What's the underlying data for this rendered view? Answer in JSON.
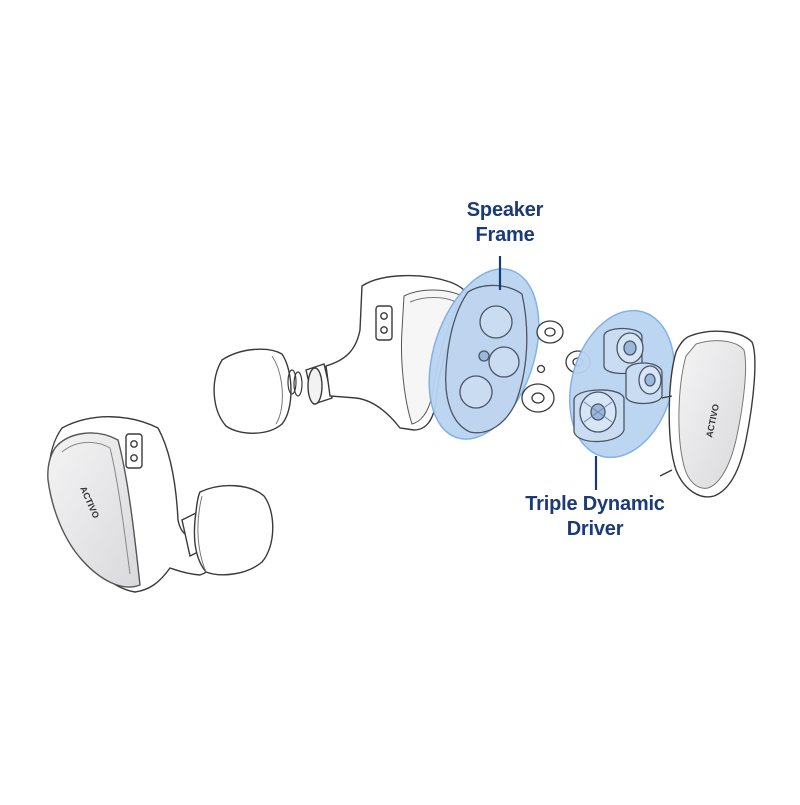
{
  "labels": {
    "speaker_frame_line1": "Speaker",
    "speaker_frame_line2": "Frame",
    "triple_driver_line1": "Triple Dynamic",
    "triple_driver_line2": "Driver"
  },
  "brand": {
    "logo_text": "ACTIVO"
  },
  "colors": {
    "label": "#1a3a78",
    "leader": "#1a3a78",
    "highlight_fill": "#b9d4f2",
    "highlight_stroke": "#7eaee3",
    "outline": "#3a3a3a",
    "faceplate": "#e9e9ea"
  }
}
